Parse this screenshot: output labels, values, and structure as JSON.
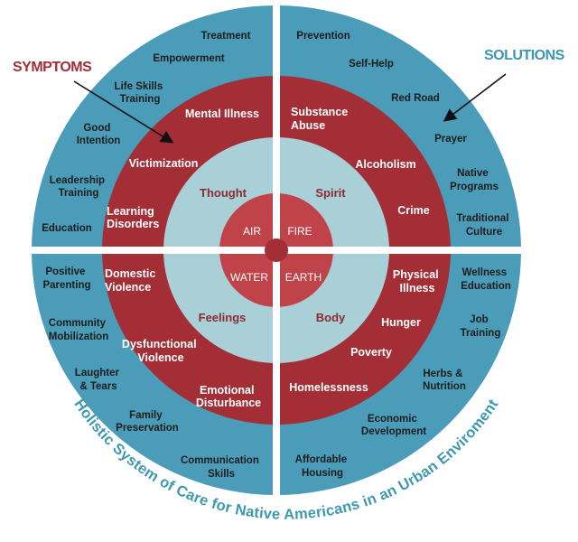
{
  "callouts": {
    "symptoms": "SYMPTOMS",
    "solutions": "SOLUTIONS"
  },
  "title": "Holistic System of Care for Native Americans in an Urban Enviroment",
  "outer_ring": {
    "treatment": "Treatment",
    "empowerment": "Empowerment",
    "life_skills_1": "Life Skills",
    "life_skills_2": "Training",
    "good_intention_1": "Good",
    "good_intention_2": "Intention",
    "leadership_1": "Leadership",
    "leadership_2": "Training",
    "education": "Education",
    "prevention": "Prevention",
    "self_help": "Self-Help",
    "red_road": "Red Road",
    "prayer": "Prayer",
    "native_programs_1": "Native",
    "native_programs_2": "Programs",
    "traditional_culture_1": "Traditional",
    "traditional_culture_2": "Culture",
    "positive_parenting_1": "Positive",
    "positive_parenting_2": "Parenting",
    "community_mobilization_1": "Community",
    "community_mobilization_2": "Mobilization",
    "laughter_tears_1": "Laughter",
    "laughter_tears_2": "& Tears",
    "family_preservation_1": "Family",
    "family_preservation_2": "Preservation",
    "communication_skills_1": "Communication",
    "communication_skills_2": "Skills",
    "wellness_education_1": "Wellness",
    "wellness_education_2": "Education",
    "job_training_1": "Job",
    "job_training_2": "Training",
    "herbs_nutrition_1": "Herbs &",
    "herbs_nutrition_2": "Nutrition",
    "economic_development_1": "Economic",
    "economic_development_2": "Development",
    "affordable_housing_1": "Affordable",
    "affordable_housing_2": "Housing"
  },
  "middle_ring": {
    "mental_illness": "Mental Illness",
    "victimization": "Victimization",
    "learning_disorders_1": "Learning",
    "learning_disorders_2": "Disorders",
    "substance_abuse_1": "Substance",
    "substance_abuse_2": "Abuse",
    "alcoholism": "Alcoholism",
    "crime": "Crime",
    "domestic_violence_1": "Domestic",
    "domestic_violence_2": "Violence",
    "dysfunctional_violence_1": "Dysfunctional",
    "dysfunctional_violence_2": "Violence",
    "emotional_disturbance_1": "Emotional",
    "emotional_disturbance_2": "Disturbance",
    "physical_illness_1": "Physical",
    "physical_illness_2": "Illness",
    "hunger": "Hunger",
    "poverty": "Poverty",
    "homelessness": "Homelessness"
  },
  "inner_ring": {
    "thought": "Thought",
    "spirit": "Spirit",
    "feelings": "Feelings",
    "body": "Body"
  },
  "core": {
    "air": "AIR",
    "fire": "FIRE",
    "water": "WATER",
    "earth": "EARTH"
  },
  "colors": {
    "outer_ring": "#4a9cb8",
    "middle_ring": "#a32e36",
    "inner_ring": "#a9cfd7",
    "core": "#c0434a",
    "hub": "#a32e36",
    "symptoms_text": "#a32e36",
    "solutions_text": "#3a96b2",
    "title_text": "#3d98b0"
  }
}
